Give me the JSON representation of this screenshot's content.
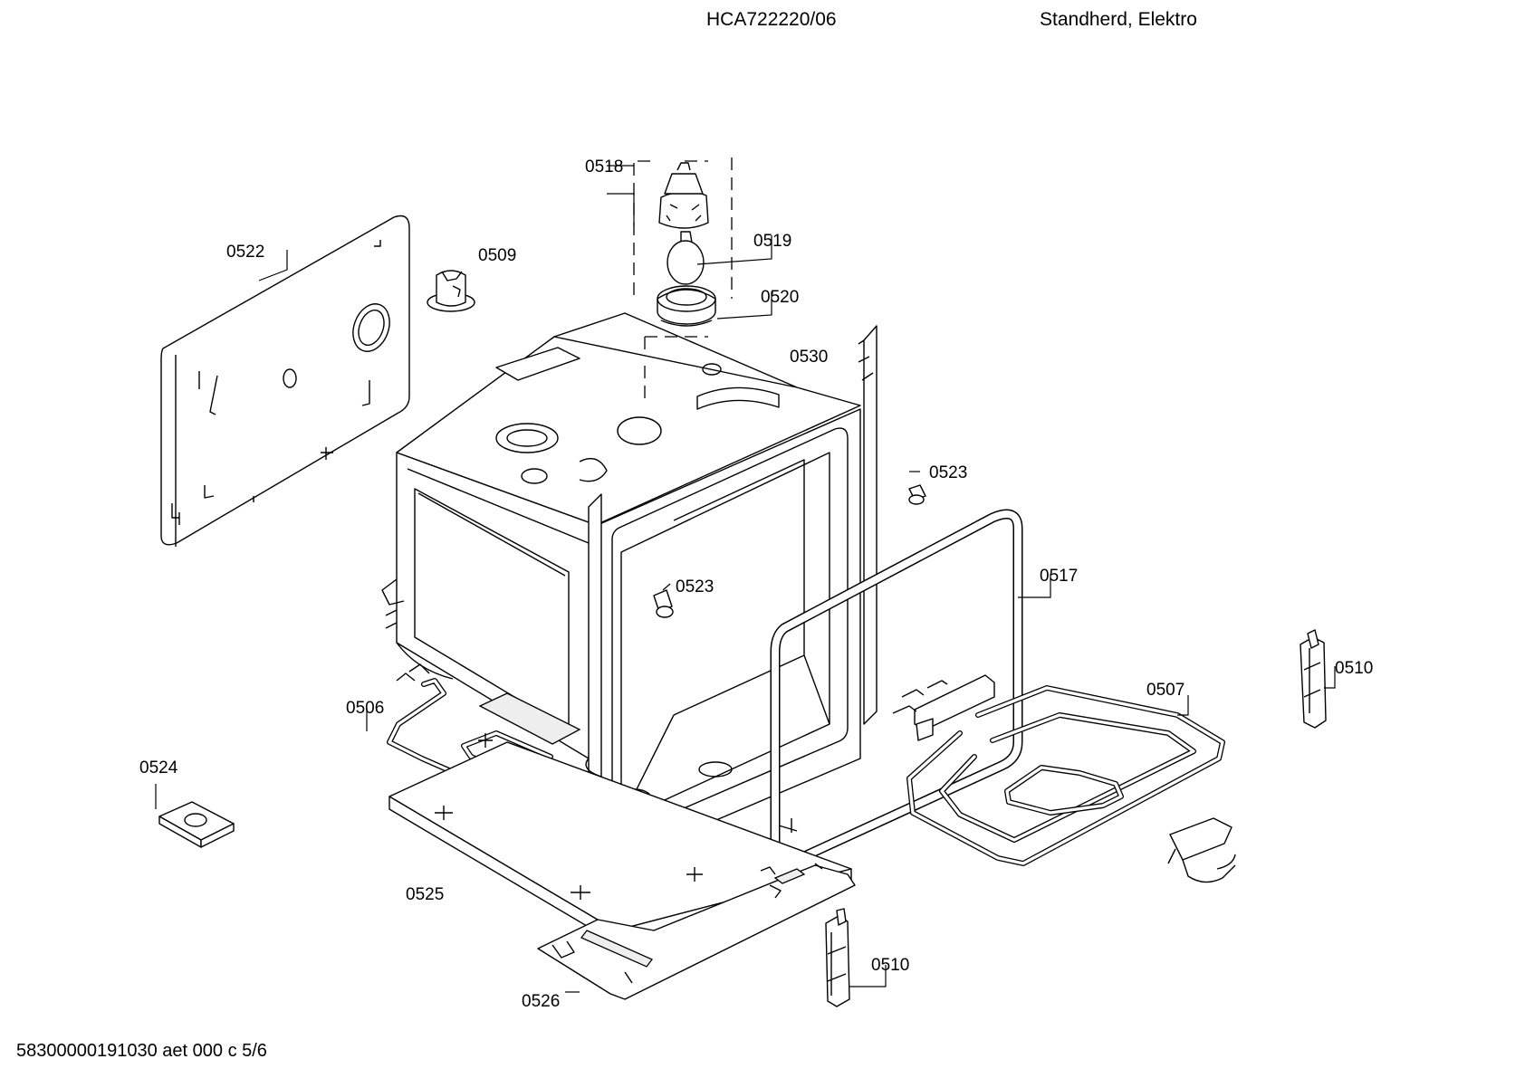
{
  "header": {
    "model": "HCA722220/06",
    "description": "Standherd, Elektro"
  },
  "footer": {
    "doc_code": "58300000191030 aet 000 c 5/6"
  },
  "parts": {
    "p0518": "0518",
    "p0519": "0519",
    "p0520": "0520",
    "p0522": "0522",
    "p0509": "0509",
    "p0530": "0530",
    "p0523a": "0523",
    "p0523b": "0523",
    "p0517": "0517",
    "p0510a": "0510",
    "p0510b": "0510",
    "p0507": "0507",
    "p0506": "0506",
    "p0524": "0524",
    "p0525": "0525",
    "p0526": "0526"
  }
}
